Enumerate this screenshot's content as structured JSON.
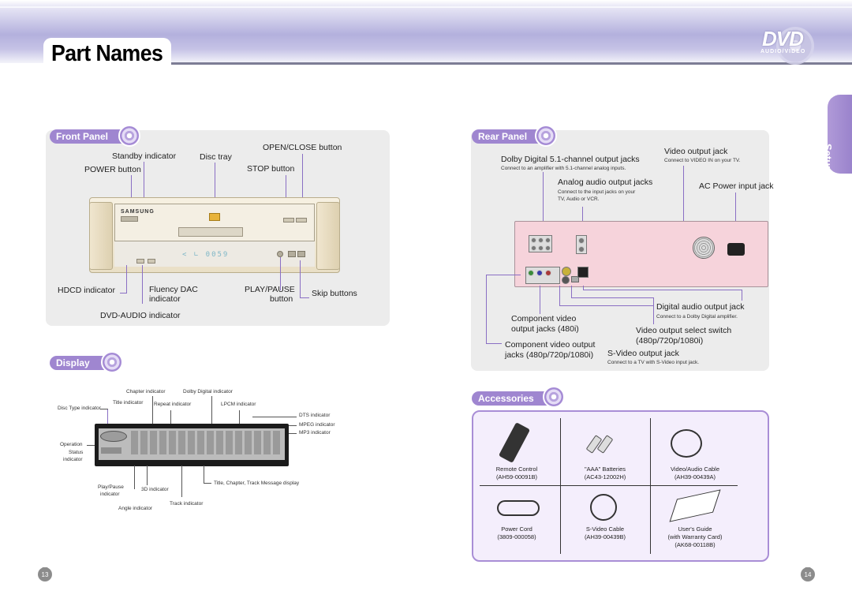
{
  "page": {
    "title": "Part Names",
    "logo_text": "DVD",
    "logo_sub": "AUDIO/VIDEO",
    "setup_tab": "Setup",
    "page_left": "13",
    "page_right": "14"
  },
  "front_panel": {
    "heading": "Front Panel",
    "labels": {
      "standby": "Standby indicator",
      "disc_tray": "Disc tray",
      "open_close": "OPEN/CLOSE button",
      "power": "POWER button",
      "stop": "STOP button",
      "hdcd": "HDCD indicator",
      "fluency_dac_1": "Fluency DAC",
      "fluency_dac_2": "indicator",
      "play_pause_1": "PLAY/PAUSE",
      "play_pause_2": "button",
      "skip": "Skip buttons",
      "dvd_audio": "DVD-AUDIO indicator"
    },
    "device_brand": "SAMSUNG"
  },
  "display": {
    "heading": "Display",
    "labels": {
      "chapter": "Chapter indicator",
      "dolby": "Dolby Digital indicator",
      "disc_type": "Disc Type indicator",
      "title_ind": "Title indicator",
      "repeat": "Repeat indicator",
      "lpcm": "LPCM indicator",
      "dts": "DTS indicator",
      "mpeg": "MPEG indicator",
      "mp3": "MP3 indicator",
      "op_status_1": "Operation",
      "op_status_2": "Status",
      "op_status_3": "indicator",
      "play_pause_1": "Play/Pause",
      "play_pause_2": "indicator",
      "three_d": "3D indicator",
      "message": "Title, Chapter, Track Message display",
      "track": "Track indicator",
      "angle": "Angle indicator"
    }
  },
  "rear_panel": {
    "heading": "Rear Panel",
    "labels": {
      "dolby_51": "Dolby Digital 5.1-channel output jacks",
      "dolby_51_note": "Connect to an amplifier with 5.1-channel analog inputs.",
      "video_out": "Video output jack",
      "video_out_note": "Connect to VIDEO IN on your TV.",
      "analog": "Analog audio output jacks",
      "analog_note_1": "Connect to the input jacks on your",
      "analog_note_2": "TV, Audio or VCR.",
      "ac_power": "AC Power input jack",
      "digital_audio": "Digital audio output jack",
      "digital_audio_note": "Connect to a Dolby Digital amplifier.",
      "component_480i_1": "Component video",
      "component_480i_2": "output jacks (480i)",
      "video_select_1": "Video output select switch",
      "video_select_2": "(480p/720p/1080i)",
      "component_hd_1": "Component video output",
      "component_hd_2": "jacks (480p/720p/1080i)",
      "svideo": "S-Video output jack",
      "svideo_note": "Connect to a TV with S-Video input jack."
    }
  },
  "accessories": {
    "heading": "Accessories",
    "items": [
      {
        "name": "Remote Control",
        "code": "(AH59-00091B)",
        "icon": "remote-control-icon"
      },
      {
        "name": "\"AAA\" Batteries",
        "code": "(AC43-12002H)",
        "icon": "batteries-icon"
      },
      {
        "name": "Video/Audio Cable",
        "code": "(AH39-00439A)",
        "icon": "av-cable-icon"
      },
      {
        "name": "Power Cord",
        "code": "(3809-000058)",
        "icon": "power-cord-icon"
      },
      {
        "name": "S-Video Cable",
        "code": "(AH39-00439B)",
        "icon": "svideo-cable-icon"
      },
      {
        "name": "User's Guide",
        "code": "(with Warranty Card)",
        "code2": "(AK68-00118B)",
        "icon": "user-guide-icon"
      }
    ]
  },
  "colors": {
    "accent": "#9f86d0",
    "rear_body": "#f6d3db",
    "panel_bg": "#ececec",
    "leader_line": "#8a6fc4"
  }
}
